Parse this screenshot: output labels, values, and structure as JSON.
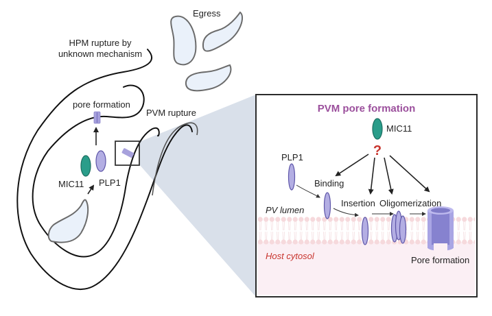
{
  "overview": {
    "egress_label": "Egress",
    "hpm_label_line1": "HPM rupture by",
    "hpm_label_line2": "unknown mechanism",
    "pore_formation_label": "pore formation",
    "pvm_rupture_label": "PVM rupture",
    "mic11_label": "MIC11",
    "plp1_label": "PLP1"
  },
  "inset": {
    "title": "PVM pore formation",
    "mic11_label": "MIC11",
    "question_mark": "?",
    "plp1_label": "PLP1",
    "step_binding": "Binding",
    "step_insertion": "Insertion",
    "step_oligomerization": "Oligomerization",
    "step_pore_formation": "Pore formation",
    "pv_lumen_label": "PV lumen",
    "host_cytosol_label": "Host cytosol"
  },
  "colors": {
    "title_purple": "#9b4f9c",
    "question_red": "#c8352e",
    "host_cytosol_red": "#c8352e",
    "mic11_teal": "#2a9d8a",
    "plp1_lavender": "#b3aee3",
    "wedge_gray_blue": "#d9e0ea",
    "cytosol_pink": "#fbeff4",
    "lipid_pink": "#f6d9dc"
  }
}
